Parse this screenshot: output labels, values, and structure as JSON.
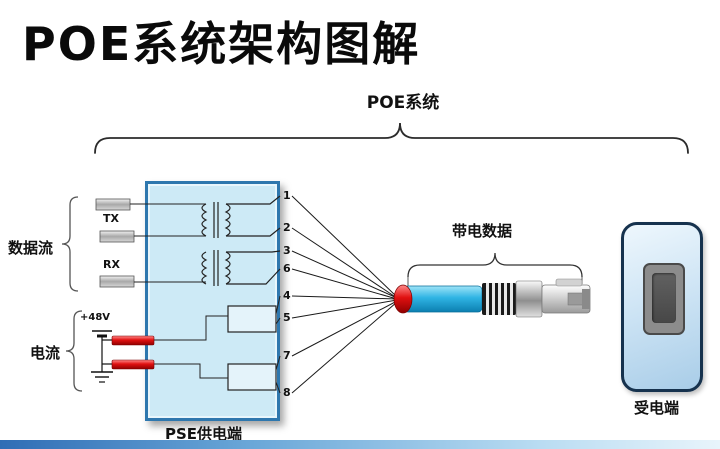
{
  "title": "POE系统架构图解",
  "system_label": "POE系统",
  "left_panel": {
    "data_flow_label": "数据流",
    "current_label": "电流",
    "tx_label": "TX",
    "rx_label": "RX",
    "voltage_label": "+48V"
  },
  "pse_label": "PSE供电端",
  "cable_label": "带电数据",
  "device_label": "受电端",
  "pins": [
    "1",
    "2",
    "3",
    "6",
    "4",
    "5",
    "7",
    "8"
  ],
  "colors": {
    "box_fill": "#cdeaf6",
    "box_border": "#2e77ae",
    "cable_blue": "#1fa8dc",
    "accent_red": "#d81414",
    "device_border": "#16324e",
    "bottom_bar_left": "#2f6db5",
    "bottom_bar_right": "#e8f4fb"
  }
}
